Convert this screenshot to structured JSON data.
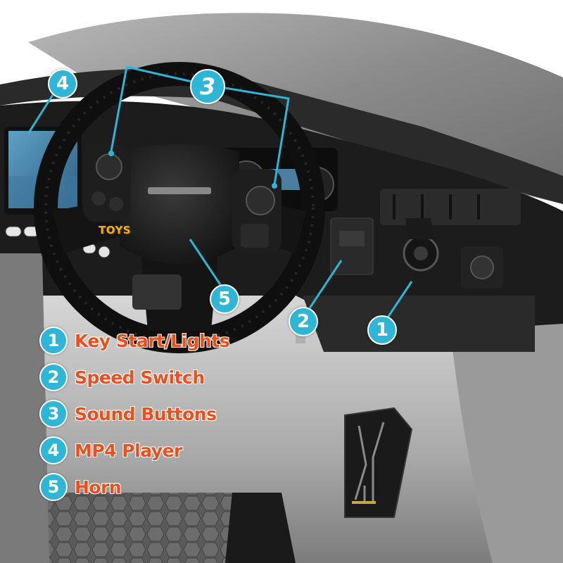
{
  "legend": [
    {
      "number": "1",
      "label": "Key Start/Lights"
    },
    {
      "number": "2",
      "label": "Speed Switch"
    },
    {
      "number": "3",
      "label": "Sound Buttons"
    },
    {
      "number": "4",
      "label": "MP4 Player"
    },
    {
      "number": "5",
      "label": "Horn"
    }
  ],
  "callouts": {
    "c1": "1",
    "c2": "2",
    "c3": "3",
    "c4": "4",
    "c5": "5"
  },
  "brand_text": "TOYS",
  "colors": {
    "badge": "#2fb6d6",
    "legend_text": "#e8501e",
    "car_body": "#8c8c8c",
    "dashboard": "#1a1a1a"
  }
}
